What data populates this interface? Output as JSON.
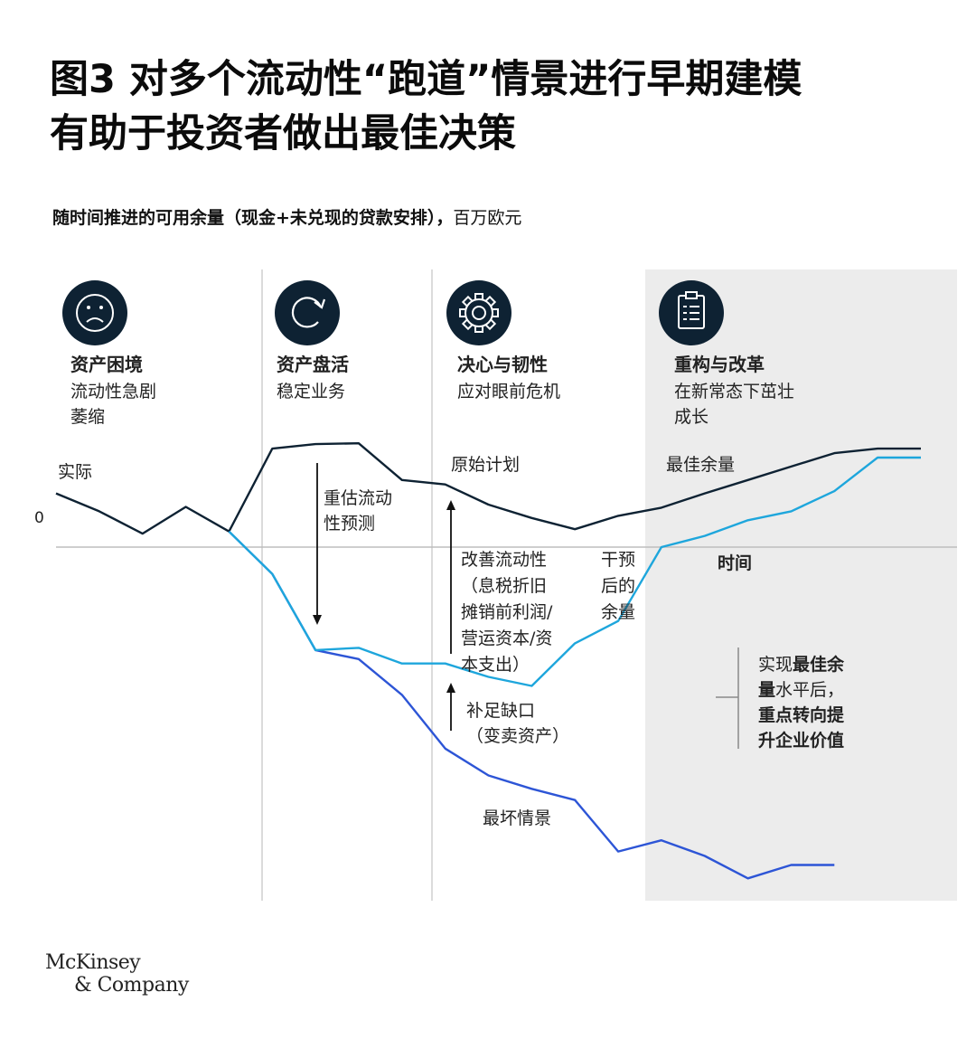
{
  "title": {
    "line1": "图3 对多个流动性“跑道”情景进行早期建模",
    "line2": "有助于投资者做出最佳决策"
  },
  "subtitle": {
    "bold": "随时间推进的可用余量（现金+未兑现的贷款安排），",
    "unit": "百万欧元"
  },
  "phases": [
    {
      "icon": "sad-face-icon",
      "title": "资产困境",
      "desc": [
        "流动性急剧",
        "萎缩"
      ]
    },
    {
      "icon": "refresh-icon",
      "title": "资产盘活",
      "desc": [
        "稳定业务"
      ]
    },
    {
      "icon": "gear-icon",
      "title": "决心与韧性",
      "desc": [
        "应对眼前危机"
      ]
    },
    {
      "icon": "clipboard-icon",
      "title": "重构与改革",
      "desc": [
        "在新常态下茁壮",
        "成长"
      ]
    }
  ],
  "annotations": {
    "actual": "实际",
    "zero": "0",
    "reassess": [
      "重估流动",
      "性预测"
    ],
    "original_plan": "原始计划",
    "best_margin": "最佳余量",
    "improve": [
      "改善流动性",
      "（息税折旧",
      "摊销前利润/",
      "营运资本/资",
      "本支出）"
    ],
    "after_intervention": [
      "干预",
      "后的",
      "余量"
    ],
    "time": "时间",
    "fill_gap": [
      "补足缺口",
      "（变卖资产）"
    ],
    "worst": "最坏情景",
    "note": [
      [
        {
          "t": "实现",
          "b": false
        },
        {
          "t": "最佳余",
          "b": true
        }
      ],
      [
        {
          "t": "量",
          "b": true
        },
        {
          "t": "水平后，",
          "b": false
        }
      ],
      [
        {
          "t": "重点转向提",
          "b": true
        }
      ],
      [
        {
          "t": "升企业价值",
          "b": true
        }
      ]
    ]
  },
  "brand": [
    "McKinsey",
    "& Company"
  ],
  "colors": {
    "navy": "#0e2233",
    "mid_blue": "#2d55d6",
    "light_blue": "#1ea6dc",
    "shade": "#ececec",
    "divider": "#cfcfcf"
  },
  "chart_data": {
    "type": "line",
    "x_axis_label": "时间",
    "y_axis_ticks": [
      "0"
    ],
    "series": [
      {
        "name": "原始计划",
        "x": [
          0,
          1,
          2,
          3,
          4,
          5,
          6,
          7,
          8,
          9,
          10,
          11,
          12,
          13,
          14,
          15,
          16,
          17,
          18,
          19,
          20
        ],
        "values": [
          1.2,
          0.8,
          0.3,
          0.9,
          0.35,
          2.2,
          2.3,
          2.32,
          1.5,
          1.4,
          0.95,
          0.65,
          0.4,
          0.7,
          0.88,
          1.2,
          1.5,
          1.8,
          2.1,
          2.2,
          2.2
        ]
      },
      {
        "name": "最坏情景",
        "x": [
          4,
          5,
          6,
          7,
          8,
          9,
          10,
          11,
          12,
          13,
          14,
          15,
          16,
          17,
          18
        ],
        "values": [
          0.35,
          -0.6,
          -2.3,
          -2.5,
          -3.3,
          -4.5,
          -5.1,
          -5.4,
          -5.65,
          -6.8,
          -6.55,
          -6.9,
          -7.4,
          -7.1,
          -7.1
        ]
      },
      {
        "name": "干预后的余量",
        "x": [
          4,
          5,
          6,
          7,
          8,
          9,
          10,
          11,
          12,
          13,
          14,
          15,
          16,
          17,
          18,
          19,
          20
        ],
        "values": [
          0.35,
          -0.6,
          -2.3,
          -2.25,
          -2.6,
          -2.6,
          -2.9,
          -3.1,
          -2.15,
          -1.65,
          0.0,
          0.25,
          0.6,
          0.8,
          1.25,
          2.0,
          2.0
        ]
      }
    ]
  }
}
